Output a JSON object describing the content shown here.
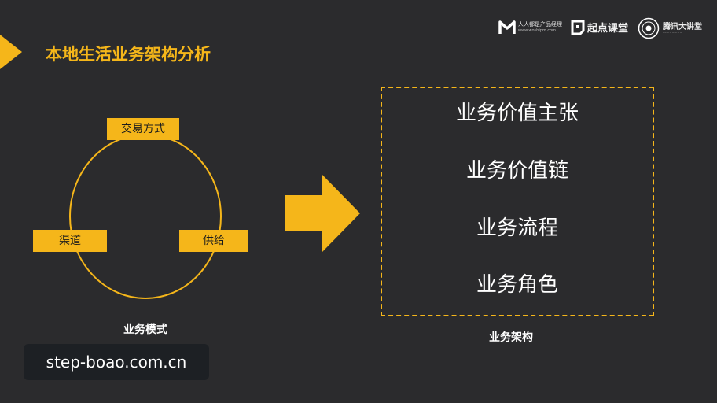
{
  "slide": {
    "title": "本地生活业务架构分析",
    "colors": {
      "accent": "#f5b61a",
      "background": "#2b2b2d",
      "text": "#ffffff"
    }
  },
  "logos": {
    "brand1": {
      "name": "人人都是产品经理",
      "url": "www.woshipm.com",
      "icon": "m-logo-icon"
    },
    "brand2": {
      "name": "起点课堂",
      "icon": "q-logo-icon"
    },
    "brand3": {
      "name": "腾讯大讲堂",
      "icon": "seal-logo-icon"
    }
  },
  "business_model": {
    "nodes": {
      "top": "交易方式",
      "left": "渠道",
      "right": "供给"
    },
    "caption": "业务模式"
  },
  "business_architecture": {
    "items": [
      "业务价值主张",
      "业务价值链",
      "业务流程",
      "业务角色"
    ],
    "caption": "业务架构"
  },
  "watermark": "step-boao.com.cn"
}
